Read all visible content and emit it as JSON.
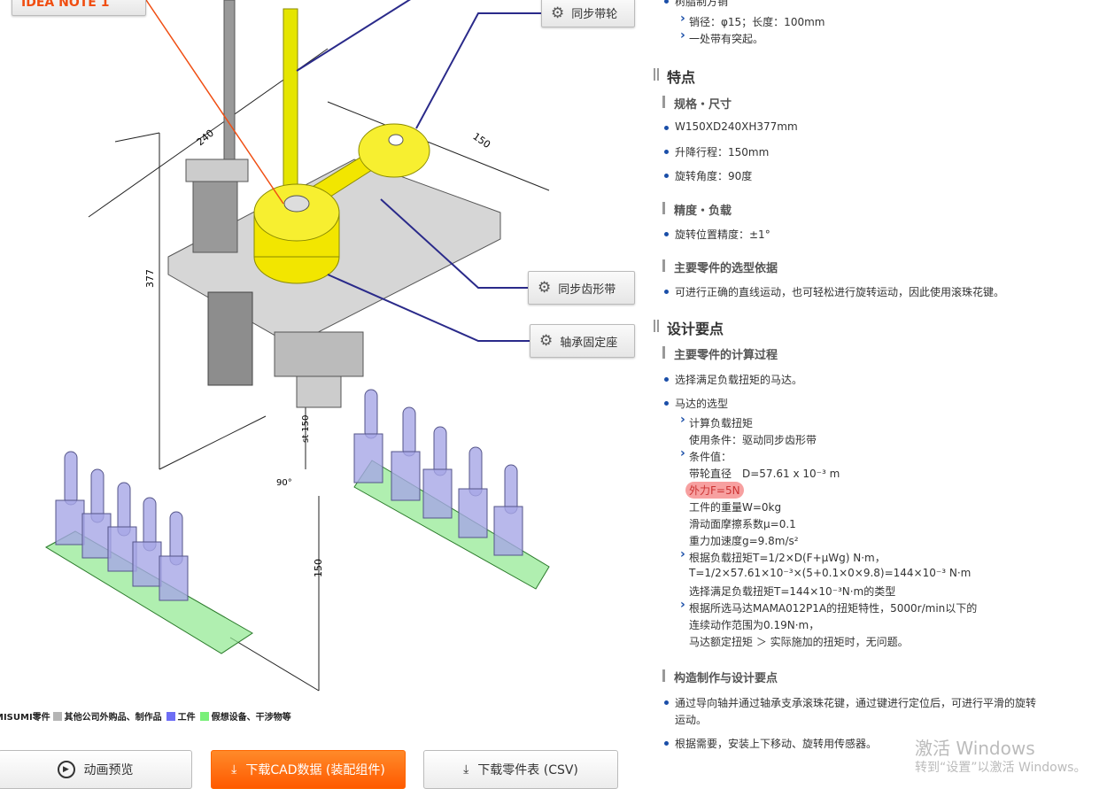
{
  "drawing": {
    "idea_note": "IDEA NOTE 1",
    "callouts": [
      "同步带轮",
      "同步齿形带",
      "轴承固定座"
    ],
    "dims": {
      "d240": "240",
      "d150": "150",
      "d377": "377",
      "st150": "st 150",
      "angle": "90°",
      "v150": "150"
    },
    "legend": [
      "MISUMI零件",
      "其他公司外购品、制作品",
      "工件",
      "假想设备、干涉物等"
    ],
    "legend_colors": [
      "#b5b5b5",
      "#6e6ef5",
      "#7af07a"
    ]
  },
  "buttons": {
    "animation": "动画预览",
    "cad": "下载CAD数据 (装配组件)",
    "csv": "下载零件表 (CSV)"
  },
  "content": {
    "top_item": "树脂制方销",
    "top_subs": [
      "销径：φ15；长度：100mm",
      "一处带有突起。"
    ],
    "features": {
      "title": "特点",
      "spec_title": "规格・尺寸",
      "spec_items": [
        "W150XD240XH377mm",
        "升降行程：150mm",
        "旋转角度：90度"
      ],
      "acc_title": "精度・负载",
      "acc_items": [
        "旋转位置精度：±1°"
      ],
      "sel_title": "主要零件的选型依据",
      "sel_items": [
        "可进行正确的直线运动，也可轻松进行旋转运动，因此使用滚珠花键。"
      ]
    },
    "design": {
      "title": "设计要点",
      "calc_title": "主要零件的计算过程",
      "calc_item1": "选择满足负载扭矩的马达。",
      "calc_item2": "马达的选型",
      "lines": [
        "计算负载扭矩",
        "使用条件：驱动同步齿形带",
        "条件值：",
        "带轮直径　D=57.61 x 10⁻³ m",
        "外力F=5N",
        "工件的重量W=0kg",
        "滑动面摩擦系数μ=0.1",
        "重力加速度g=9.8m/s²",
        "根据负载扭矩T=1/2×D(F+μWg) N·m，",
        "T=1/2×57.61×10⁻³×(5+0.1×0×9.8)=144×10⁻³ N·m",
        "选择满足负载扭矩T=144×10⁻³N·m的类型",
        "根据所选马达MAMA012P1A的扭矩特性，5000r/min以下的",
        "连续动作范围为0.19N·m，",
        "马达额定扭矩 ＞ 实际施加的扭矩时，无问题。"
      ],
      "build_title": "构造制作与设计要点",
      "build_items": [
        "通过导向轴并通过轴承支承滚珠花键，通过键进行定位后，可进行平滑的旋转",
        "运动。",
        "根据需要，安装上下移动、旋转用传感器。"
      ]
    }
  },
  "watermark": {
    "line1": "激活 Windows",
    "line2": "转到“设置”以激活 Windows。"
  }
}
